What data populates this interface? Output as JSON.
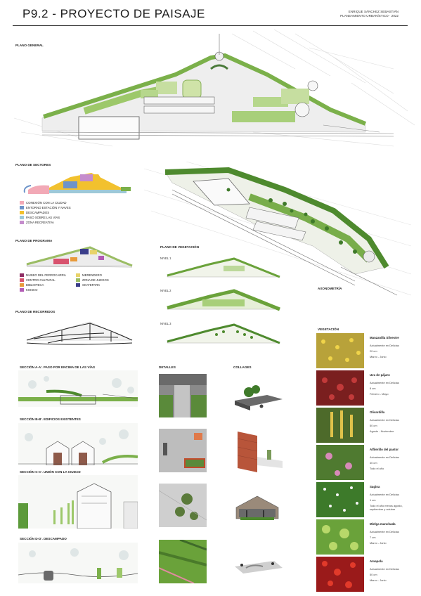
{
  "header": {
    "title": "P9.2 - PROYECTO DE PAISAJE",
    "author": "ENRIQUE SÁNCHEZ SEBASTIÁN",
    "subject": "PLANEAMIENTO URBANÍSTICO · 2022"
  },
  "labels": {
    "plano_general": "PLANO GENERAL",
    "plano_sectores": "PLANO DE SECTORES",
    "plano_programa": "PLANO DE PROGRAMA",
    "plano_recorridos": "PLANO DE RECORRIDOS",
    "plano_vegetacion": "PLANO DE VEGETACIÓN",
    "nivel1": "NIVEL 1",
    "nivel2": "NIVEL 2",
    "nivel3": "NIVEL 3",
    "axonometria": "AXONOMETRÍA",
    "vegetacion": "VEGETACIÓN",
    "detalles": "DETALLES",
    "collages": "COLLAGES",
    "seccion_a": "SECCIÓN A-A'. PASO POR ENCIMA DE LAS VÍAS",
    "seccion_b": "SECCIÓN B-B'. EDIFICIOS EXISTENTES",
    "seccion_c": "SECCIÓN C-C'. UNIÓN CON LA CIUDAD",
    "seccion_d": "SECCIÓN D-D'. DESCAMPADO"
  },
  "sectores_legend": [
    {
      "label": "CONEXIÓN CON LA CIUDAD",
      "color": "#f2a9b6"
    },
    {
      "label": "ENTORNO ESTACIÓN Y NAVES",
      "color": "#6d93c9"
    },
    {
      "label": "DESCAMPADOS",
      "color": "#f2c12e"
    },
    {
      "label": "PASO SOBRE LAS VÍAS",
      "color": "#9ec9d8"
    },
    {
      "label": "ZONA RECREATIVA",
      "color": "#c58ccc"
    }
  ],
  "programa_legend": [
    {
      "label": "MUSEO DEL FERROCARRIL",
      "color": "#8e2c63"
    },
    {
      "label": "MERENDERO",
      "color": "#e8d36a"
    },
    {
      "label": "CENTRO CULTURAL",
      "color": "#d8536e"
    },
    {
      "label": "ZONA DE JUEGOS",
      "color": "#9bbd64"
    },
    {
      "label": "BIBLIOTECA",
      "color": "#e89a3a"
    },
    {
      "label": "SKATEPARK",
      "color": "#3a3d8a"
    },
    {
      "label": "KIOSKO",
      "color": "#b25bb5"
    }
  ],
  "vegetacion": [
    {
      "name": "Manzanilla Silvestre",
      "l1": "Actualmente en Delicias",
      "l2": "20 cm",
      "l3": "Marzo - Junio",
      "color": "#b8a23a",
      "accent": "#f0d44a"
    },
    {
      "name": "Uva de pájaro",
      "l1": "Actualmente en Delicias",
      "l2": "8 cm",
      "l3": "Febrero - Mayo",
      "color": "#7a1f1f",
      "accent": "#c23a3a"
    },
    {
      "name": "Olivardilla",
      "l1": "Actualmente en Delicias",
      "l2": "50 cm",
      "l3": "Agosto - Noviembre",
      "color": "#4d6a2a",
      "accent": "#e0c24a"
    },
    {
      "name": "Alfilerillo del pastor",
      "l1": "Actualmente en Delicias",
      "l2": "40 cm",
      "l3": "Todo el año",
      "color": "#4f7a30",
      "accent": "#d78ab8"
    },
    {
      "name": "Sagina",
      "l1": "Actualmente en Delicias",
      "l2": "1 cm",
      "l3": "Todo el año menos agosto, septiembre y octubre",
      "color": "#3d7a2a",
      "accent": "#f4f4f4"
    },
    {
      "name": "Mielga manchada",
      "l1": "Actualmente en Delicias",
      "l2": "7 cm",
      "l3": "Marzo - Junio",
      "color": "#6aa23a",
      "accent": "#b8d86a"
    },
    {
      "name": "Amapola",
      "l1": "Actualmente en Delicias",
      "l2": "50 cm",
      "l3": "Marzo - Junio",
      "color": "#9a1a1a",
      "accent": "#e23a2a"
    }
  ]
}
